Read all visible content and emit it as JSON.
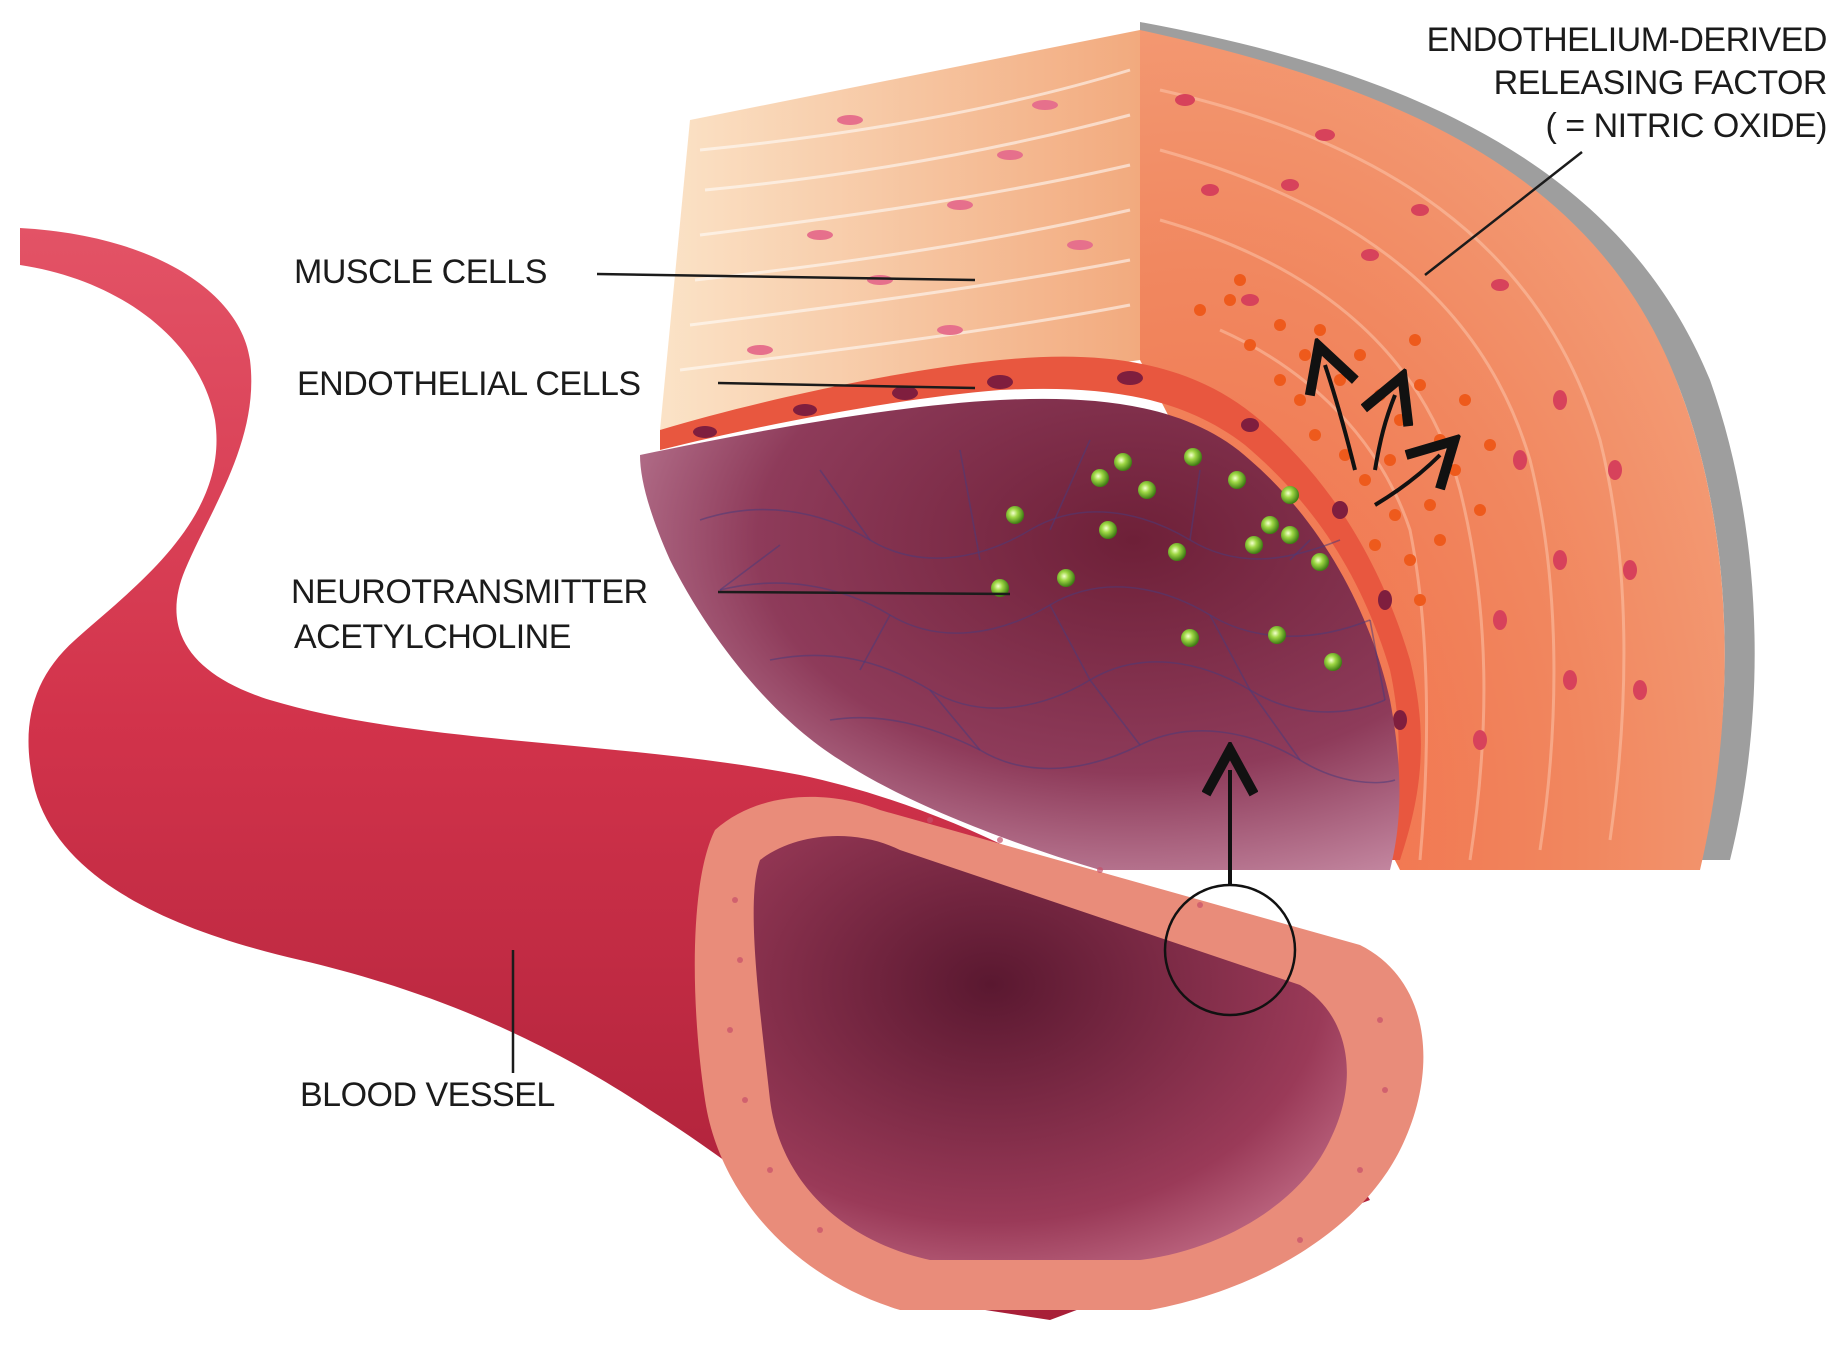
{
  "labels": {
    "muscle_cells": "MUSCLE CELLS",
    "endothelial_cells": "ENDOTHELIAL  CELLS",
    "neurotransmitter": [
      "NEUROTRANSMITTER",
      "ACETYLCHOLINE"
    ],
    "blood_vessel": "BLOOD VESSEL",
    "edrf": [
      "ENDOTHELIUM-DERIVED",
      "RELEASING FACTOR",
      "( = NITRIC OXIDE)"
    ]
  },
  "colors": {
    "vessel_red": "#d3354a",
    "vessel_dark": "#9c1e34",
    "lumen_purple": "#7a2c44",
    "tissue_orange": "#f0845e",
    "muscle_peach": "#f6c29a",
    "endothelial_nuclei": "#8e2444",
    "acetylcholine_green": "#7bbf2e",
    "nitric_oxide_orange": "#e8571e",
    "line": "#1b1b1b"
  }
}
